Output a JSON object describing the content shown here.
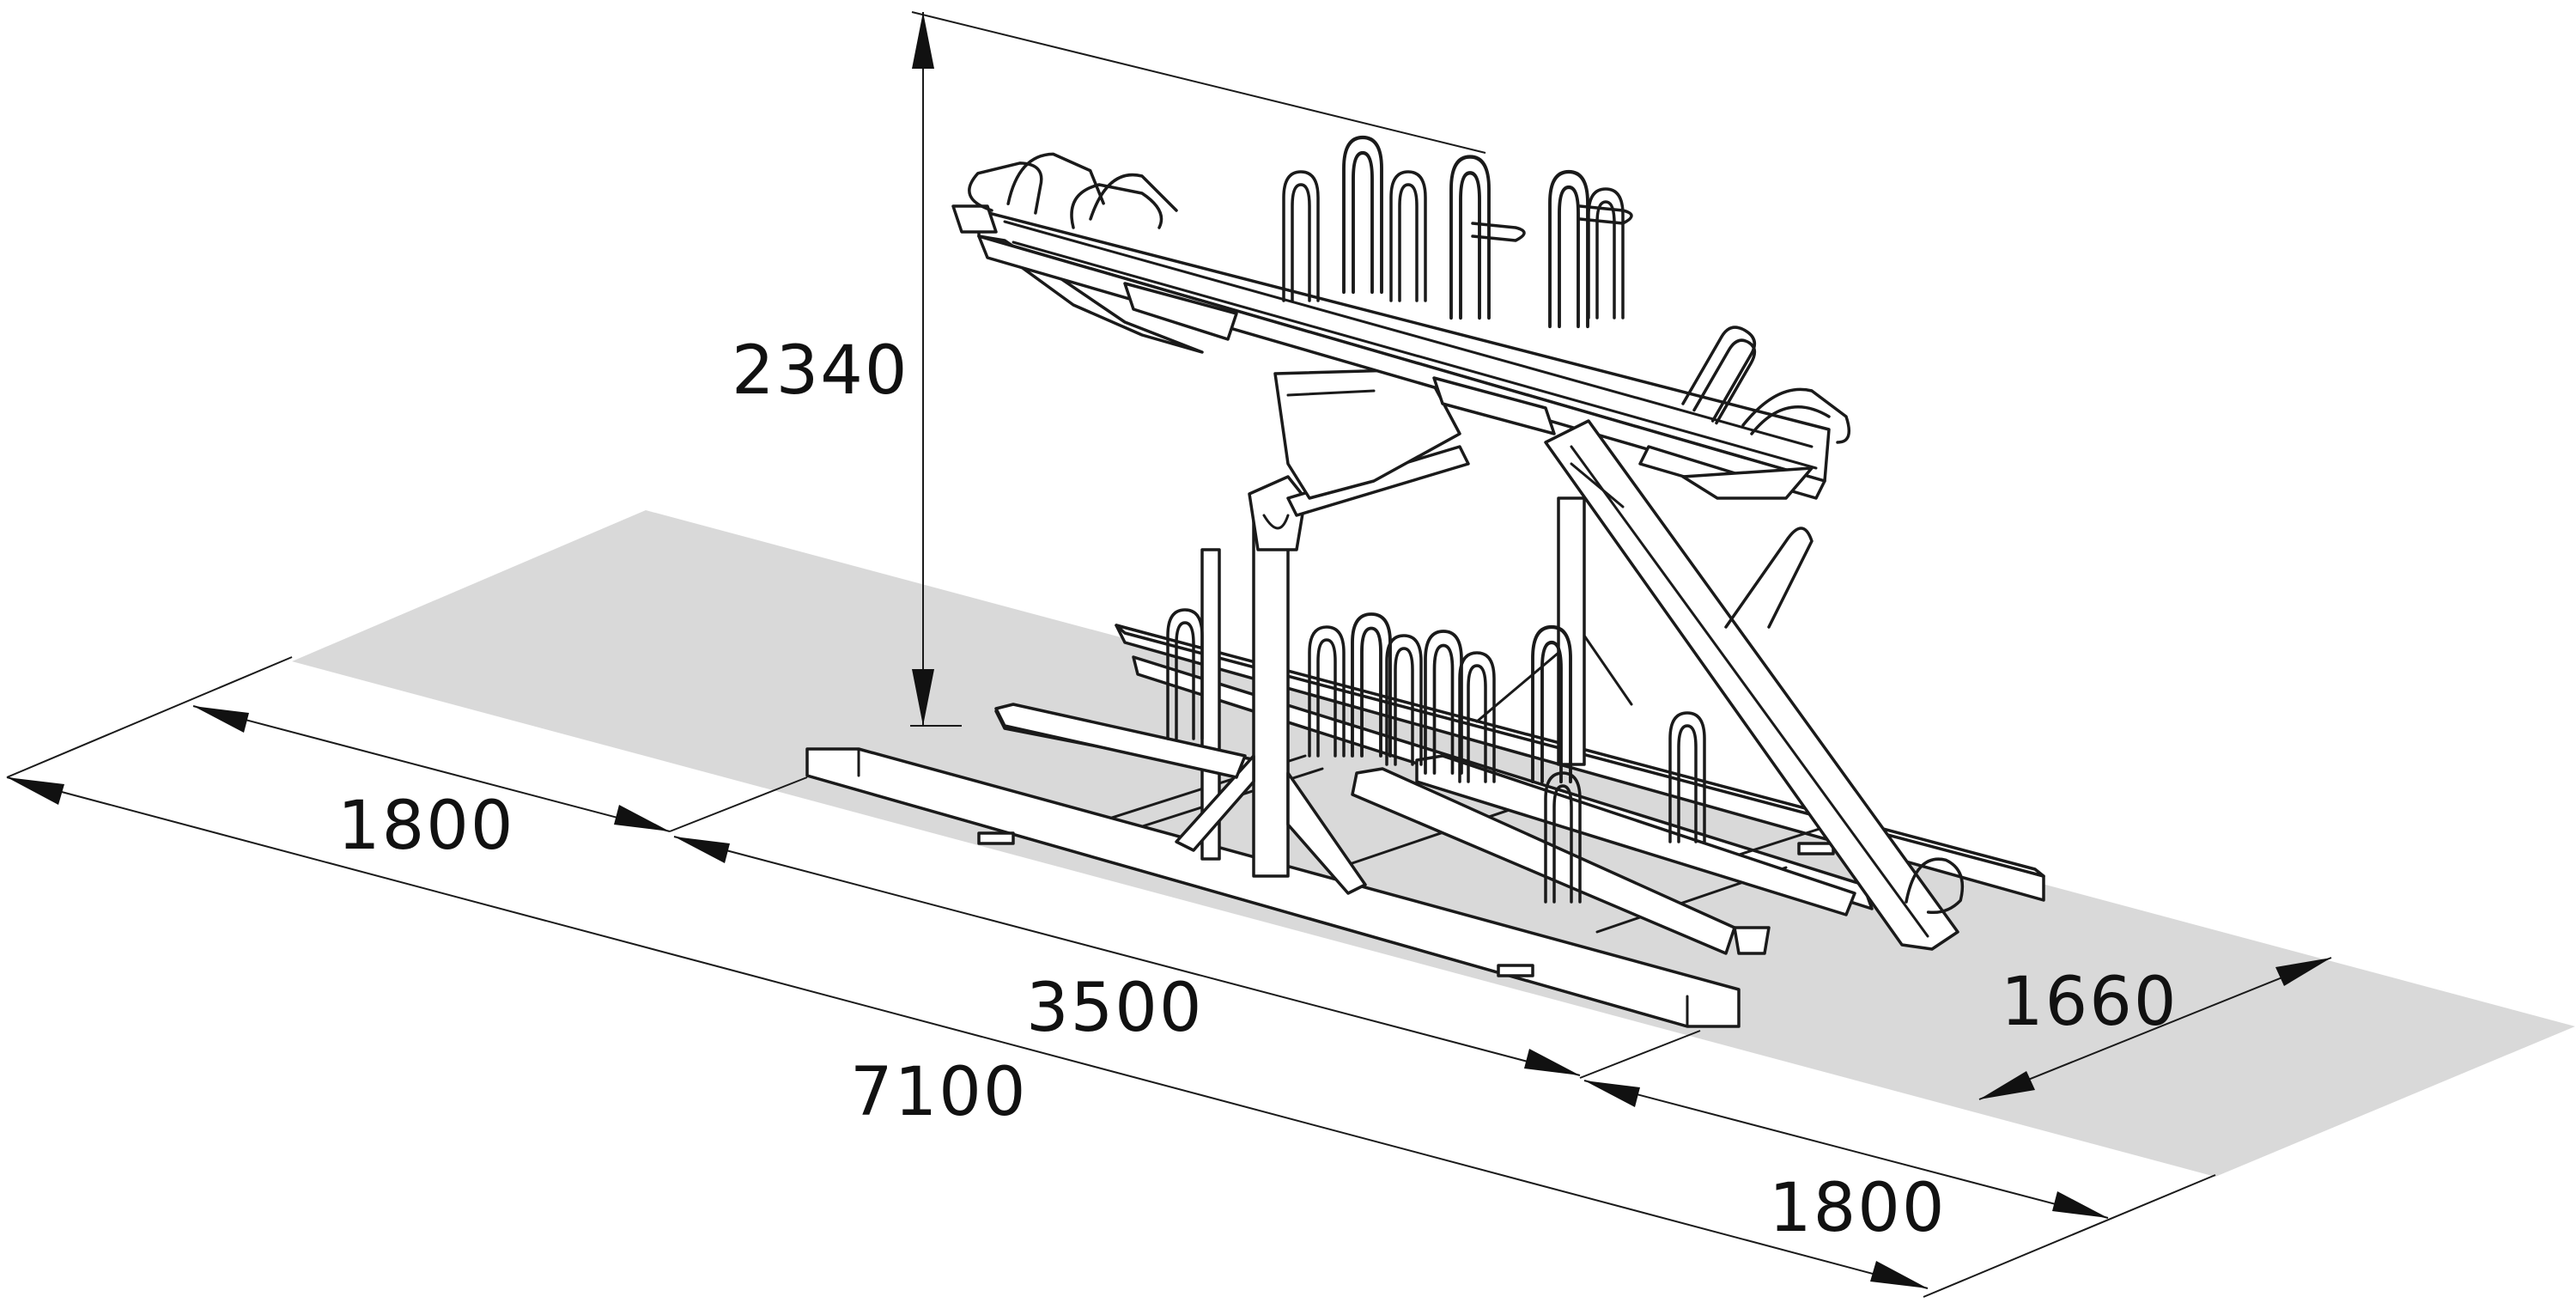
{
  "diagram": {
    "dimensions": {
      "height": "2340",
      "left_length": "1800",
      "center_length": "3500",
      "total_length": "7100",
      "right_length": "1800",
      "depth": "1660"
    },
    "colors": {
      "floor_area": "#d9d9d9",
      "line": "#1a1a1a",
      "background": "#ffffff"
    }
  }
}
